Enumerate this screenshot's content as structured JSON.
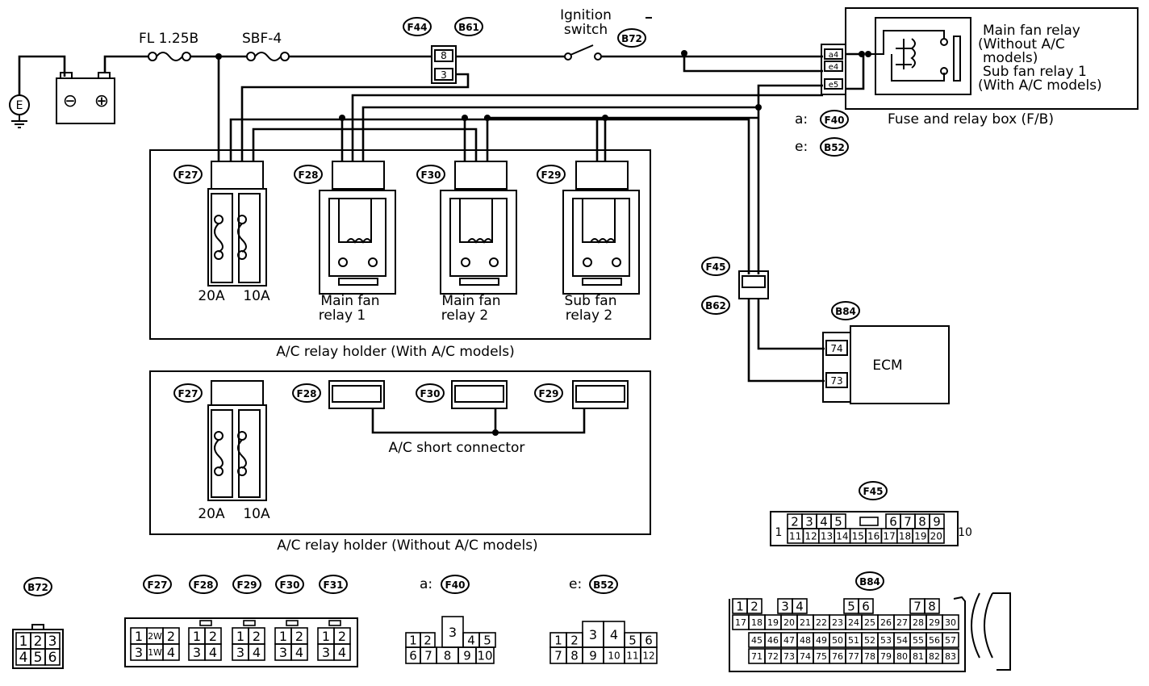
{
  "labels": {
    "fuse_fl": "FL 1.25B",
    "fuse_sbf": "SBF-4",
    "ignition_1": "Ignition",
    "ignition_2": "switch",
    "ground": "E",
    "battery_neg": "⊖",
    "battery_pos": "⊕",
    "fb_main_relay_1": "Main fan relay",
    "fb_main_relay_2": "(Without A/C",
    "fb_main_relay_3": "models)",
    "fb_sub_relay_1": "Sub fan relay 1",
    "fb_sub_relay_2": "(With A/C models)",
    "fb_box": "Fuse and relay box (F/B)",
    "fb_a_prefix": "a:",
    "fb_e_prefix": "e:",
    "fuse_20a": "20A",
    "fuse_10a": "10A",
    "relay_main1_1": "Main fan",
    "relay_main1_2": "relay 1",
    "relay_main2_1": "Main fan",
    "relay_main2_2": "relay 2",
    "relay_sub2_1": "Sub fan",
    "relay_sub2_2": "relay 2",
    "holder_with_ac": "A/C relay holder (With A/C models)",
    "holder_without_ac": "A/C relay holder (Without A/C models)",
    "short_connector": "A/C short connector",
    "ecm": "ECM",
    "ecm_pin_74": "74",
    "ecm_pin_73": "73",
    "fb_pin_a": "a4",
    "fb_pin_e4": "e4",
    "fb_pin_e5": "e5",
    "f44_pin_8": "8",
    "f44_pin_3": "3",
    "a_colon": "a:",
    "e_colon": "e:"
  },
  "connector_tags": {
    "f44": "F44",
    "b61": "B61",
    "b72": "B72",
    "f40": "F40",
    "b52": "B52",
    "f27": "F27",
    "f28": "F28",
    "f30": "F30",
    "f29": "F29",
    "f45": "F45",
    "b62": "B62",
    "b84": "B84",
    "f31": "F31"
  },
  "connector_faces": {
    "f45": {
      "left": "1",
      "right": "10",
      "top": [
        "2",
        "3",
        "4",
        "5",
        "6",
        "7",
        "8",
        "9"
      ],
      "bottom": [
        "11",
        "12",
        "13",
        "14",
        "15",
        "16",
        "17",
        "18",
        "19",
        "20"
      ]
    },
    "b72": {
      "top": [
        "1",
        "2",
        "3"
      ],
      "bottom": [
        "4",
        "5",
        "6"
      ]
    },
    "f27": {
      "top": [
        "1",
        "2W",
        "2"
      ],
      "bottom": [
        "3",
        "1W",
        "4"
      ]
    },
    "relay4": {
      "top": [
        "1",
        "2"
      ],
      "bottom": [
        "3",
        "4"
      ]
    },
    "f40": {
      "top": [
        "3",
        "4",
        "5"
      ],
      "bottom": [
        "6",
        "7",
        "8",
        "9",
        "10"
      ],
      "left_top": [
        "1",
        "2"
      ]
    },
    "b52": {
      "top": [
        "3",
        "4",
        "5",
        "6"
      ],
      "bottom": [
        "7",
        "8",
        "9",
        "10",
        "11",
        "12"
      ],
      "left_top": [
        "1",
        "2"
      ]
    },
    "b84": {
      "row1": [
        "1",
        "2",
        "3",
        "4",
        "5",
        "6",
        "7",
        "8"
      ],
      "row2": [
        "17",
        "18",
        "19",
        "20",
        "21",
        "22",
        "23",
        "24",
        "25",
        "26",
        "27",
        "28",
        "29",
        "30"
      ],
      "row3": [
        "45",
        "46",
        "47",
        "48",
        "49",
        "50",
        "51",
        "52",
        "53",
        "54",
        "55",
        "56",
        "57"
      ],
      "row4": [
        "71",
        "72",
        "73",
        "74",
        "75",
        "76",
        "77",
        "78",
        "79",
        "80",
        "81",
        "82",
        "83"
      ]
    }
  }
}
